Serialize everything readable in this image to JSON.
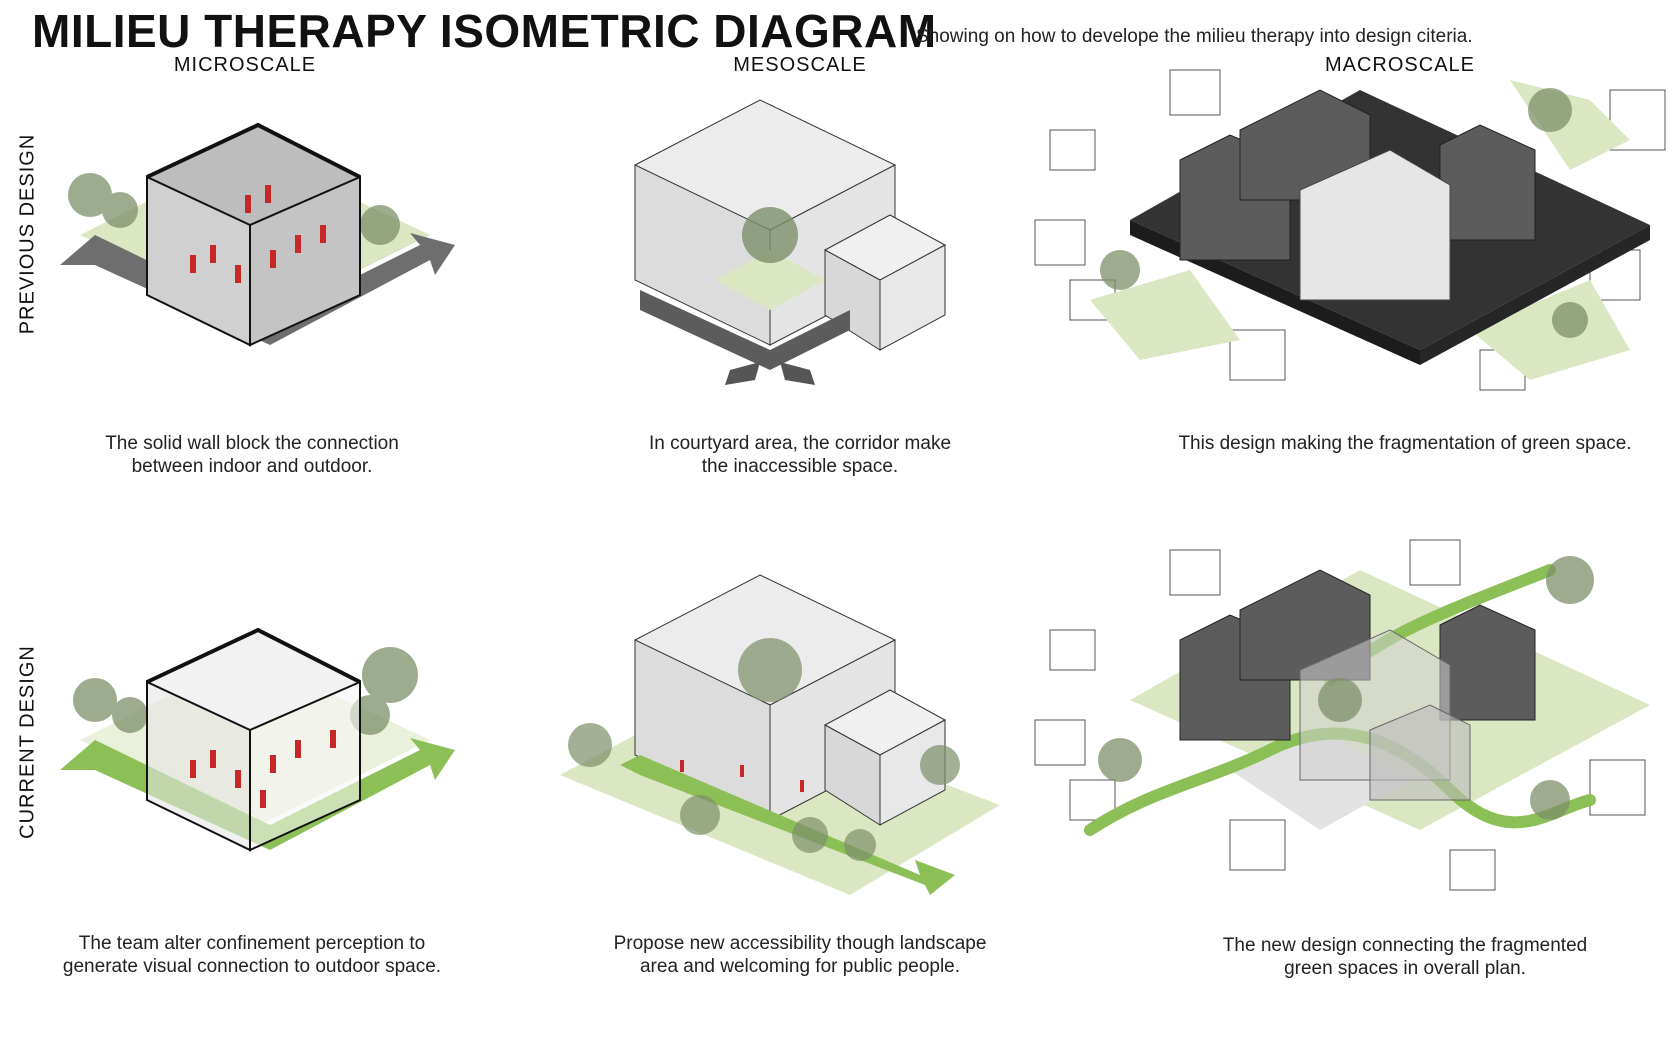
{
  "header": {
    "title": "MILIEU THERAPY ISOMETRIC DIAGRAM",
    "subtitle": "Showing on how to develope the milieu therapy into design citeria."
  },
  "columns": [
    "MICROSCALE",
    "MESOSCALE",
    "MACROSCALE"
  ],
  "rows": [
    "PREVIOUS DESIGN",
    "CURRENT DESIGN"
  ],
  "captions": {
    "previous": [
      [
        "The solid wall block the  connection",
        "between indoor and outdoor."
      ],
      [
        "In courtyard area, the corridor make",
        "the inaccessible space."
      ],
      [
        "This design making the fragmentation of green space."
      ]
    ],
    "current": [
      [
        "The team alter confinement perception to",
        "generate visual connection to outdoor space."
      ],
      [
        "Propose new accessibility  though landscape",
        "area and welcoming for public people."
      ],
      [
        "The new design connecting the fragmented",
        "green spaces in overall plan."
      ]
    ]
  },
  "colors": {
    "grass_light": "#dbe7c2",
    "grass_green": "#8cbf55",
    "path_grey": "#6e6e6e",
    "building_light": "#e6e6e6",
    "building_dark": "#5c5c5c",
    "people_red": "#c62828",
    "tree": "#7d8f6a"
  }
}
